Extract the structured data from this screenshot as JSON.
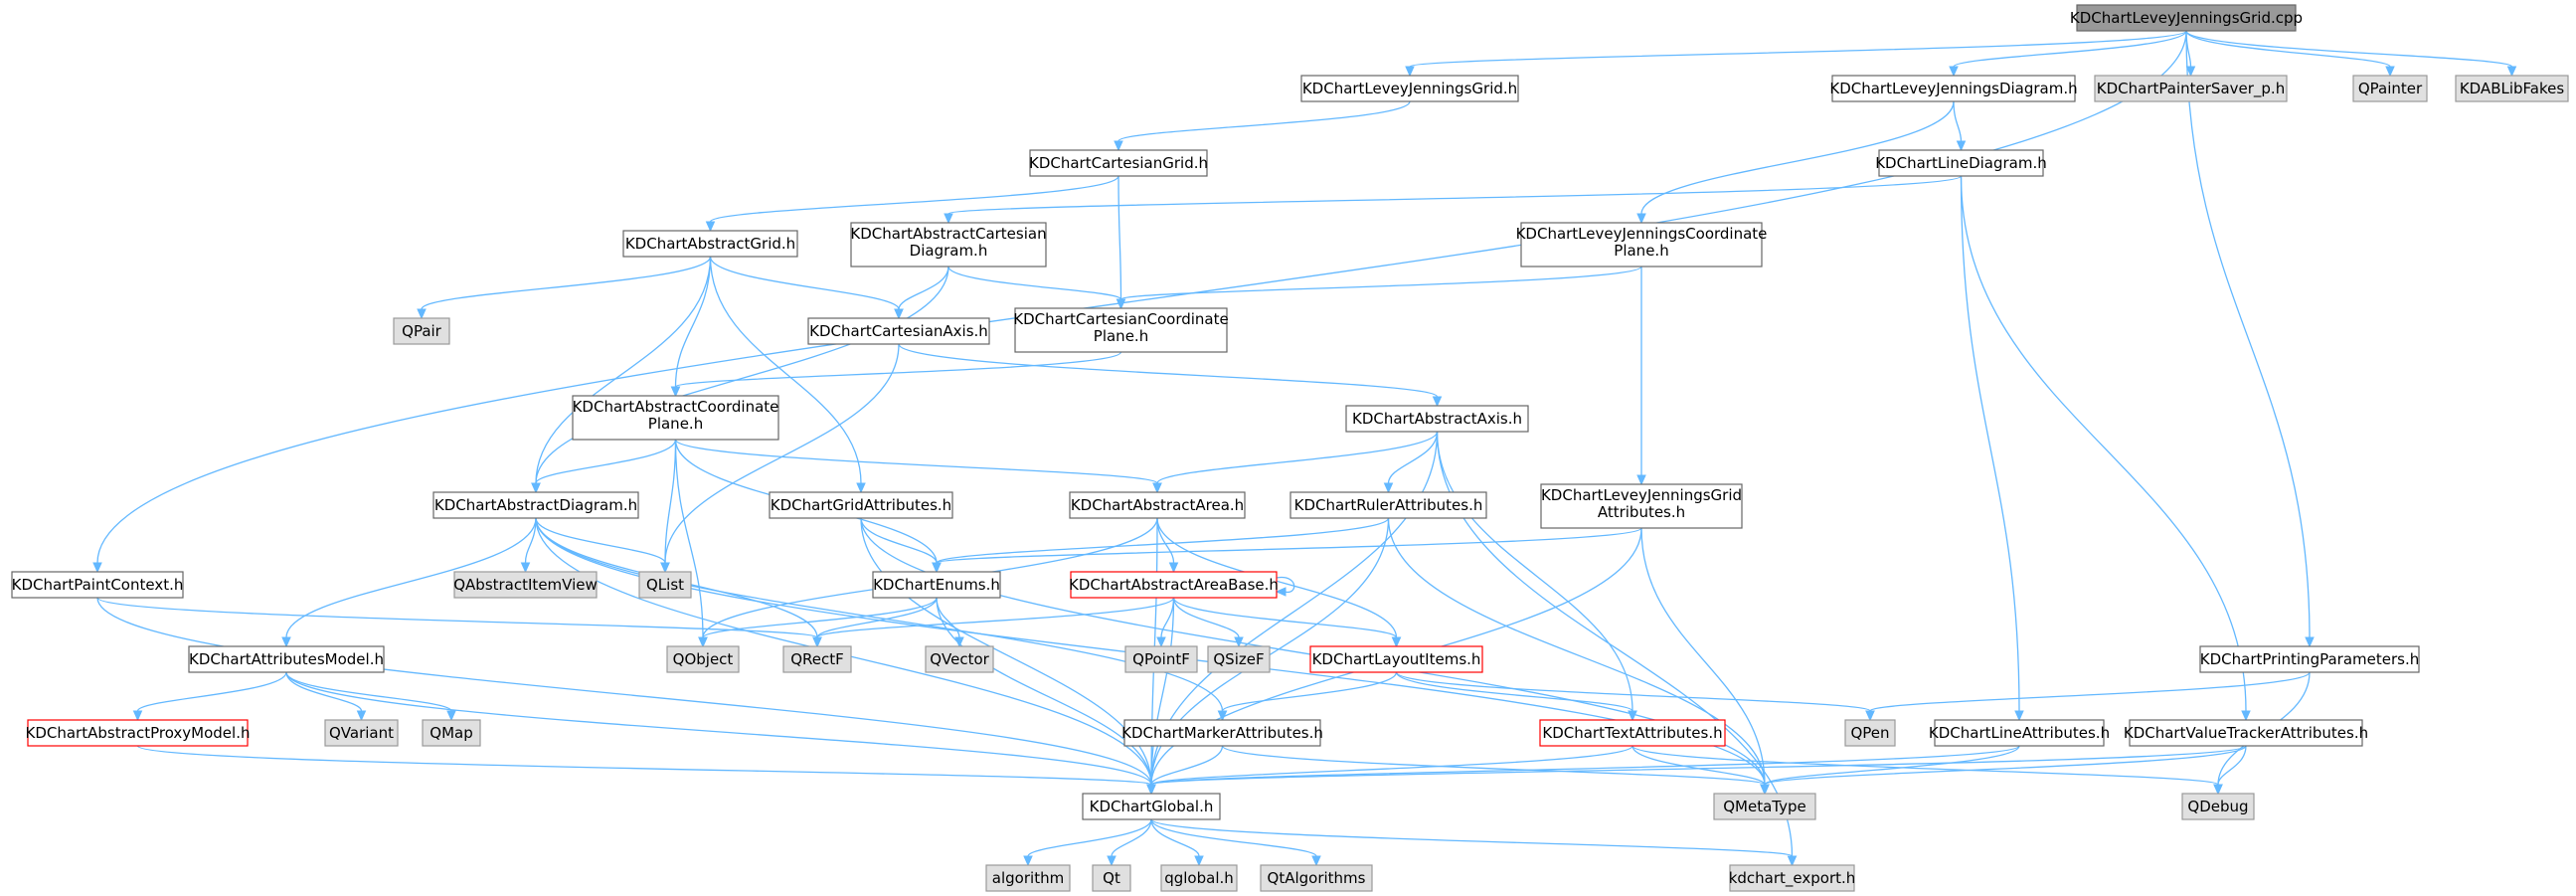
{
  "colors": {
    "edge": "#63b8ff",
    "node_border": "#666666",
    "node_fill": "#ffffff",
    "external_fill": "#e0e0e0",
    "external_border": "#999999",
    "root_fill": "#999999",
    "root_border": "#666666",
    "truncated_border": "#ff0000"
  },
  "nodes": [
    {
      "id": "root",
      "label": [
        "KDChartLeveyJenningsGrid.cpp"
      ],
      "kind": "root"
    },
    {
      "id": "lvjgrid_h",
      "label": [
        "KDChartLeveyJenningsGrid.h"
      ],
      "kind": "normal"
    },
    {
      "id": "lvjdiag_h",
      "label": [
        "KDChartLeveyJenningsDiagram.h"
      ],
      "kind": "normal"
    },
    {
      "id": "painter_saver",
      "label": [
        "KDChartPainterSaver_p.h"
      ],
      "kind": "external"
    },
    {
      "id": "qpainter",
      "label": [
        "QPainter"
      ],
      "kind": "external"
    },
    {
      "id": "kdablibfakes",
      "label": [
        "KDABLibFakes"
      ],
      "kind": "external"
    },
    {
      "id": "cart_grid",
      "label": [
        "KDChartCartesianGrid.h"
      ],
      "kind": "normal"
    },
    {
      "id": "line_diag",
      "label": [
        "KDChartLineDiagram.h"
      ],
      "kind": "normal"
    },
    {
      "id": "abs_grid",
      "label": [
        "KDChartAbstractGrid.h"
      ],
      "kind": "normal"
    },
    {
      "id": "abs_cart_diag",
      "label": [
        "KDChartAbstractCartesian",
        "Diagram.h"
      ],
      "kind": "normal"
    },
    {
      "id": "lvj_coord",
      "label": [
        "KDChartLeveyJenningsCoordinate",
        "Plane.h"
      ],
      "kind": "normal"
    },
    {
      "id": "qpair",
      "label": [
        "QPair"
      ],
      "kind": "external"
    },
    {
      "id": "cart_axis",
      "label": [
        "KDChartCartesianAxis.h"
      ],
      "kind": "normal"
    },
    {
      "id": "cart_coord",
      "label": [
        "KDChartCartesianCoordinate",
        "Plane.h"
      ],
      "kind": "normal"
    },
    {
      "id": "abs_coord",
      "label": [
        "KDChartAbstractCoordinate",
        "Plane.h"
      ],
      "kind": "normal"
    },
    {
      "id": "abs_axis",
      "label": [
        "KDChartAbstractAxis.h"
      ],
      "kind": "normal"
    },
    {
      "id": "abs_diag",
      "label": [
        "KDChartAbstractDiagram.h"
      ],
      "kind": "normal"
    },
    {
      "id": "grid_attr",
      "label": [
        "KDChartGridAttributes.h"
      ],
      "kind": "normal"
    },
    {
      "id": "abs_area",
      "label": [
        "KDChartAbstractArea.h"
      ],
      "kind": "normal"
    },
    {
      "id": "ruler_attr",
      "label": [
        "KDChartRulerAttributes.h"
      ],
      "kind": "normal"
    },
    {
      "id": "lvj_grid_attr",
      "label": [
        "KDChartLeveyJenningsGrid",
        "Attributes.h"
      ],
      "kind": "normal"
    },
    {
      "id": "paint_ctx",
      "label": [
        "KDChartPaintContext.h"
      ],
      "kind": "normal"
    },
    {
      "id": "qabs_item_view",
      "label": [
        "QAbstractItemView"
      ],
      "kind": "external"
    },
    {
      "id": "qlist",
      "label": [
        "QList"
      ],
      "kind": "external"
    },
    {
      "id": "enums",
      "label": [
        "KDChartEnums.h"
      ],
      "kind": "normal"
    },
    {
      "id": "abs_area_base",
      "label": [
        "KDChartAbstractAreaBase.h"
      ],
      "kind": "truncated"
    },
    {
      "id": "attr_model",
      "label": [
        "KDChartAttributesModel.h"
      ],
      "kind": "normal"
    },
    {
      "id": "qobject",
      "label": [
        "QObject"
      ],
      "kind": "external"
    },
    {
      "id": "qrectf",
      "label": [
        "QRectF"
      ],
      "kind": "external"
    },
    {
      "id": "qvector",
      "label": [
        "QVector"
      ],
      "kind": "external"
    },
    {
      "id": "qpointf",
      "label": [
        "QPointF"
      ],
      "kind": "external"
    },
    {
      "id": "qsizef",
      "label": [
        "QSizeF"
      ],
      "kind": "external"
    },
    {
      "id": "layout_items",
      "label": [
        "KDChartLayoutItems.h"
      ],
      "kind": "truncated"
    },
    {
      "id": "printing_params",
      "label": [
        "KDChartPrintingParameters.h"
      ],
      "kind": "normal"
    },
    {
      "id": "abs_proxy",
      "label": [
        "KDChartAbstractProxyModel.h"
      ],
      "kind": "truncated"
    },
    {
      "id": "qvariant",
      "label": [
        "QVariant"
      ],
      "kind": "external"
    },
    {
      "id": "qmap",
      "label": [
        "QMap"
      ],
      "kind": "external"
    },
    {
      "id": "marker_attr",
      "label": [
        "KDChartMarkerAttributes.h"
      ],
      "kind": "normal"
    },
    {
      "id": "text_attr",
      "label": [
        "KDChartTextAttributes.h"
      ],
      "kind": "truncated"
    },
    {
      "id": "qpen",
      "label": [
        "QPen"
      ],
      "kind": "external"
    },
    {
      "id": "line_attr",
      "label": [
        "KDChartLineAttributes.h"
      ],
      "kind": "normal"
    },
    {
      "id": "value_tracker",
      "label": [
        "KDChartValueTrackerAttributes.h"
      ],
      "kind": "normal"
    },
    {
      "id": "global",
      "label": [
        "KDChartGlobal.h"
      ],
      "kind": "normal"
    },
    {
      "id": "qmetatype",
      "label": [
        "QMetaType"
      ],
      "kind": "external"
    },
    {
      "id": "qdebug",
      "label": [
        "QDebug"
      ],
      "kind": "external"
    },
    {
      "id": "algorithm",
      "label": [
        "algorithm"
      ],
      "kind": "external"
    },
    {
      "id": "qt",
      "label": [
        "Qt"
      ],
      "kind": "external"
    },
    {
      "id": "qglobal",
      "label": [
        "qglobal.h"
      ],
      "kind": "external"
    },
    {
      "id": "qtalgorithms",
      "label": [
        "QtAlgorithms"
      ],
      "kind": "external"
    },
    {
      "id": "kdchart_export",
      "label": [
        "kdchart_export.h"
      ],
      "kind": "external"
    }
  ],
  "edges": [
    [
      "root",
      "lvjgrid_h"
    ],
    [
      "root",
      "lvjdiag_h"
    ],
    [
      "root",
      "painter_saver"
    ],
    [
      "root",
      "qpainter"
    ],
    [
      "root",
      "kdablibfakes"
    ],
    [
      "root",
      "paint_ctx"
    ],
    [
      "root",
      "printing_params"
    ],
    [
      "lvjgrid_h",
      "cart_grid"
    ],
    [
      "cart_grid",
      "abs_grid"
    ],
    [
      "cart_grid",
      "cart_coord"
    ],
    [
      "lvjdiag_h",
      "line_diag"
    ],
    [
      "lvjdiag_h",
      "lvj_coord"
    ],
    [
      "line_diag",
      "abs_cart_diag"
    ],
    [
      "line_diag",
      "line_attr"
    ],
    [
      "line_diag",
      "value_tracker"
    ],
    [
      "abs_grid",
      "qpair"
    ],
    [
      "abs_grid",
      "cart_axis"
    ],
    [
      "abs_grid",
      "abs_coord"
    ],
    [
      "abs_grid",
      "abs_diag"
    ],
    [
      "abs_grid",
      "grid_attr"
    ],
    [
      "abs_cart_diag",
      "cart_axis"
    ],
    [
      "abs_cart_diag",
      "cart_coord"
    ],
    [
      "abs_cart_diag",
      "abs_diag"
    ],
    [
      "lvj_coord",
      "cart_coord"
    ],
    [
      "lvj_coord",
      "lvj_grid_attr"
    ],
    [
      "cart_axis",
      "abs_axis"
    ],
    [
      "cart_axis",
      "qlist"
    ],
    [
      "cart_coord",
      "abs_coord"
    ],
    [
      "abs_coord",
      "abs_diag"
    ],
    [
      "abs_coord",
      "qlist"
    ],
    [
      "abs_coord",
      "abs_area"
    ],
    [
      "abs_coord",
      "enums"
    ],
    [
      "abs_coord",
      "qobject"
    ],
    [
      "abs_axis",
      "abs_area"
    ],
    [
      "abs_axis",
      "ruler_attr"
    ],
    [
      "abs_axis",
      "text_attr"
    ],
    [
      "abs_axis",
      "global"
    ],
    [
      "abs_axis",
      "kdchart_export"
    ],
    [
      "abs_diag",
      "qabs_item_view"
    ],
    [
      "abs_diag",
      "qlist"
    ],
    [
      "abs_diag",
      "qrectf"
    ],
    [
      "abs_diag",
      "attr_model"
    ],
    [
      "abs_diag",
      "global"
    ],
    [
      "abs_diag",
      "marker_attr"
    ],
    [
      "abs_diag",
      "qmetatype"
    ],
    [
      "grid_attr",
      "enums"
    ],
    [
      "grid_attr",
      "global"
    ],
    [
      "grid_attr",
      "qmetatype"
    ],
    [
      "abs_area",
      "abs_area_base"
    ],
    [
      "abs_area",
      "layout_items"
    ],
    [
      "abs_area",
      "global"
    ],
    [
      "abs_area",
      "qobject"
    ],
    [
      "ruler_attr",
      "enums"
    ],
    [
      "ruler_attr",
      "global"
    ],
    [
      "ruler_attr",
      "qmetatype"
    ],
    [
      "lvj_grid_attr",
      "enums"
    ],
    [
      "lvj_grid_attr",
      "global"
    ],
    [
      "lvj_grid_attr",
      "qmetatype"
    ],
    [
      "paint_ctx",
      "qrectf"
    ],
    [
      "paint_ctx",
      "global"
    ],
    [
      "enums",
      "qobject"
    ],
    [
      "enums",
      "qrectf"
    ],
    [
      "enums",
      "qvector"
    ],
    [
      "enums",
      "global"
    ],
    [
      "abs_area_base",
      "abs_area_base"
    ],
    [
      "abs_area_base",
      "qpointf"
    ],
    [
      "abs_area_base",
      "qsizef"
    ],
    [
      "abs_area_base",
      "layout_items"
    ],
    [
      "abs_area_base",
      "qrectf"
    ],
    [
      "abs_area_base",
      "global"
    ],
    [
      "layout_items",
      "marker_attr"
    ],
    [
      "layout_items",
      "text_attr"
    ],
    [
      "layout_items",
      "qpen"
    ],
    [
      "attr_model",
      "abs_proxy"
    ],
    [
      "attr_model",
      "qvariant"
    ],
    [
      "attr_model",
      "qmap"
    ],
    [
      "attr_model",
      "global"
    ],
    [
      "abs_proxy",
      "global"
    ],
    [
      "marker_attr",
      "global"
    ],
    [
      "marker_attr",
      "qmetatype"
    ],
    [
      "text_attr",
      "global"
    ],
    [
      "text_attr",
      "qmetatype"
    ],
    [
      "text_attr",
      "qdebug"
    ],
    [
      "printing_params",
      "qpen"
    ],
    [
      "printing_params",
      "qdebug"
    ],
    [
      "line_attr",
      "global"
    ],
    [
      "line_attr",
      "qmetatype"
    ],
    [
      "value_tracker",
      "global"
    ],
    [
      "value_tracker",
      "qmetatype"
    ],
    [
      "value_tracker",
      "qdebug"
    ],
    [
      "global",
      "algorithm"
    ],
    [
      "global",
      "qt"
    ],
    [
      "global",
      "qglobal"
    ],
    [
      "global",
      "qtalgorithms"
    ],
    [
      "global",
      "kdchart_export"
    ]
  ]
}
